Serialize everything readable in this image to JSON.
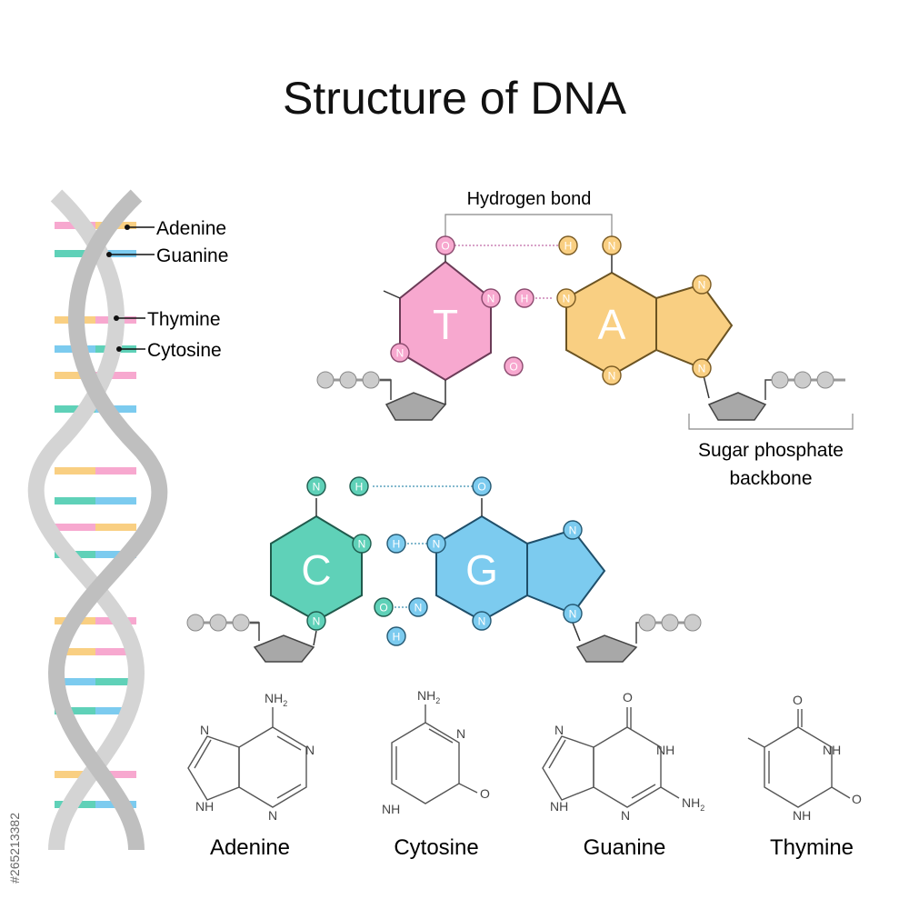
{
  "title": "Structure of DNA",
  "helix_labels": [
    "Adenine",
    "Guanine",
    "Thymine",
    "Cytosine"
  ],
  "hydrogen_bond_label": "Hydrogen bond",
  "backbone_label": [
    "Sugar phosphate",
    "backbone"
  ],
  "base_letters": {
    "T": "T",
    "A": "A",
    "C": "C",
    "G": "G"
  },
  "atoms": {
    "O": "O",
    "N": "N",
    "H": "H"
  },
  "structure_names": [
    "Adenine",
    "Cytosine",
    "Guanine",
    "Thymine"
  ],
  "structure_atoms": {
    "nh2": "NH",
    "sub2": "2",
    "nh": "NH",
    "n": "N",
    "o": "O",
    "h": "H"
  },
  "watermark": "#265213382",
  "colors": {
    "thymine": "#f7a8cf",
    "adenine": "#f9cf82",
    "cytosine": "#5fd1b8",
    "guanine": "#7ccbef",
    "backbone": "#bdbdbd"
  },
  "icons": [
    "dna-helix-icon",
    "sugar-pentagon-icon",
    "phosphate-bead-icon"
  ]
}
